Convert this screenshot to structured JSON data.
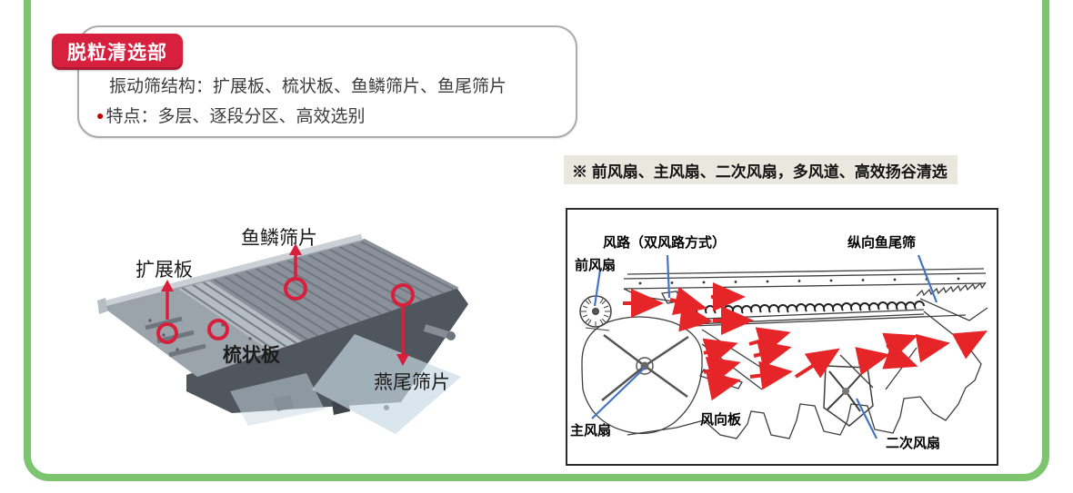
{
  "slide": {
    "section_badge": "脱粒清选部",
    "structure_line": "振动筛结构：扩展板、梳状板、鱼鳞筛片、鱼尾筛片",
    "feature_bullet": "●",
    "feature_line": "特点：多层、逐段分区、高效选别",
    "note_line": "※ 前风扇、主风扇、二次风扇，多风道、高效扬谷清选"
  },
  "sieve_figure": {
    "labels": {
      "fish_scale": "鱼鳞筛片",
      "extension_plate": "扩展板",
      "comb_plate": "梳状板",
      "swallowtail": "燕尾筛片"
    }
  },
  "airflow_figure": {
    "labels": {
      "air_path": "风路（双风路方式）",
      "longitudinal_fishtail_sieve": "纵向鱼尾筛",
      "front_fan": "前风扇",
      "main_fan": "主风扇",
      "wind_deflector": "风向板",
      "secondary_fan": "二次风扇"
    }
  },
  "colors": {
    "frame_green": "#7CC46E",
    "badge_red": "#D6203E",
    "marker_red": "#D81F3C",
    "arrow_red": "#E52528",
    "leader_blue": "#4472C4",
    "note_bg": "#E9E8DE"
  }
}
